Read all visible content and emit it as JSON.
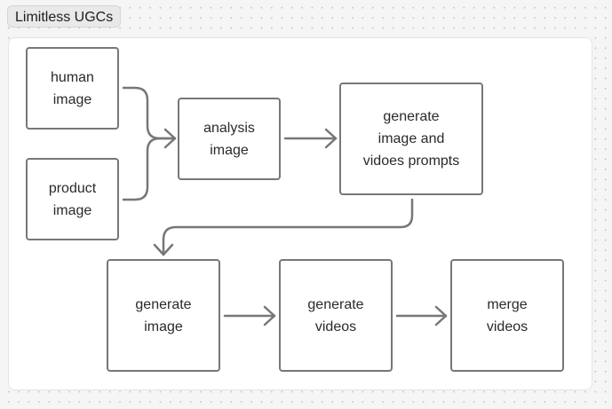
{
  "group": {
    "label": "Limitless UGCs"
  },
  "nodes": {
    "human_image": {
      "lines": [
        "human",
        "image"
      ]
    },
    "product_image": {
      "lines": [
        "product",
        "image"
      ]
    },
    "analysis_image": {
      "lines": [
        "analysis",
        "image"
      ]
    },
    "generate_prompts": {
      "lines": [
        "generate",
        "image and",
        "vidoes prompts"
      ]
    },
    "generate_image": {
      "lines": [
        "generate",
        "image"
      ]
    },
    "generate_videos": {
      "lines": [
        "generate",
        "videos"
      ]
    },
    "merge_videos": {
      "lines": [
        "merge",
        "videos"
      ]
    }
  },
  "edges": [
    {
      "from": "human_image",
      "to": "analysis_image"
    },
    {
      "from": "product_image",
      "to": "analysis_image"
    },
    {
      "from": "analysis_image",
      "to": "generate_prompts"
    },
    {
      "from": "generate_prompts",
      "to": "generate_image"
    },
    {
      "from": "generate_image",
      "to": "generate_videos"
    },
    {
      "from": "generate_videos",
      "to": "merge_videos"
    }
  ]
}
